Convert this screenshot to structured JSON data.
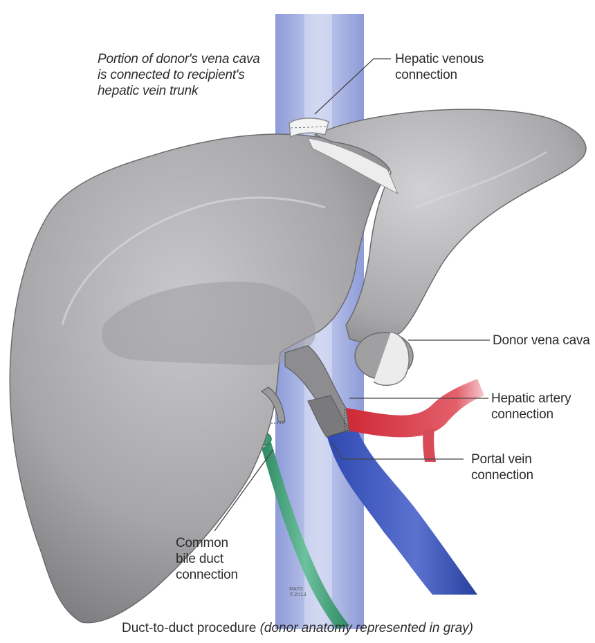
{
  "labels": {
    "donor_vena_cava_note": [
      "Portion of donor's vena cava",
      "is connected to recipient's",
      "hepatic vein trunk"
    ],
    "hepatic_venous": [
      "Hepatic venous",
      "connection"
    ],
    "donor_vena_cava": [
      "Donor vena cava"
    ],
    "hepatic_artery": [
      "Hepatic artery",
      "connection"
    ],
    "portal_vein": [
      "Portal vein",
      "connection"
    ],
    "common_bile_duct": [
      "Common",
      "bile duct",
      "connection"
    ]
  },
  "caption": {
    "main": "Duct-to-duct procedure ",
    "note": "(donor anatomy represented in gray)"
  },
  "signature": [
    "MAYO",
    "©2013"
  ],
  "colors": {
    "liver": "#a9a9ab",
    "liver_shadow": "#7e7e81",
    "recipient_vein": "#5f74c9",
    "artery": "#d93a48",
    "bile_duct": "#3f9d76",
    "leader_line": "#444444"
  }
}
